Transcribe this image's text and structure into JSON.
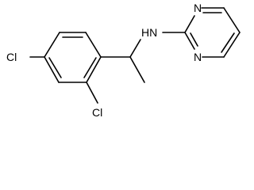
{
  "molecule": {
    "atoms": {
      "cl_left": "Cl",
      "cl_bottom": "Cl",
      "amine": "HN",
      "n_ring_top": "N",
      "n_ring_bottom": "N"
    }
  },
  "colors": {
    "bond": "#000000",
    "label": "#000000",
    "background": "#ffffff"
  }
}
